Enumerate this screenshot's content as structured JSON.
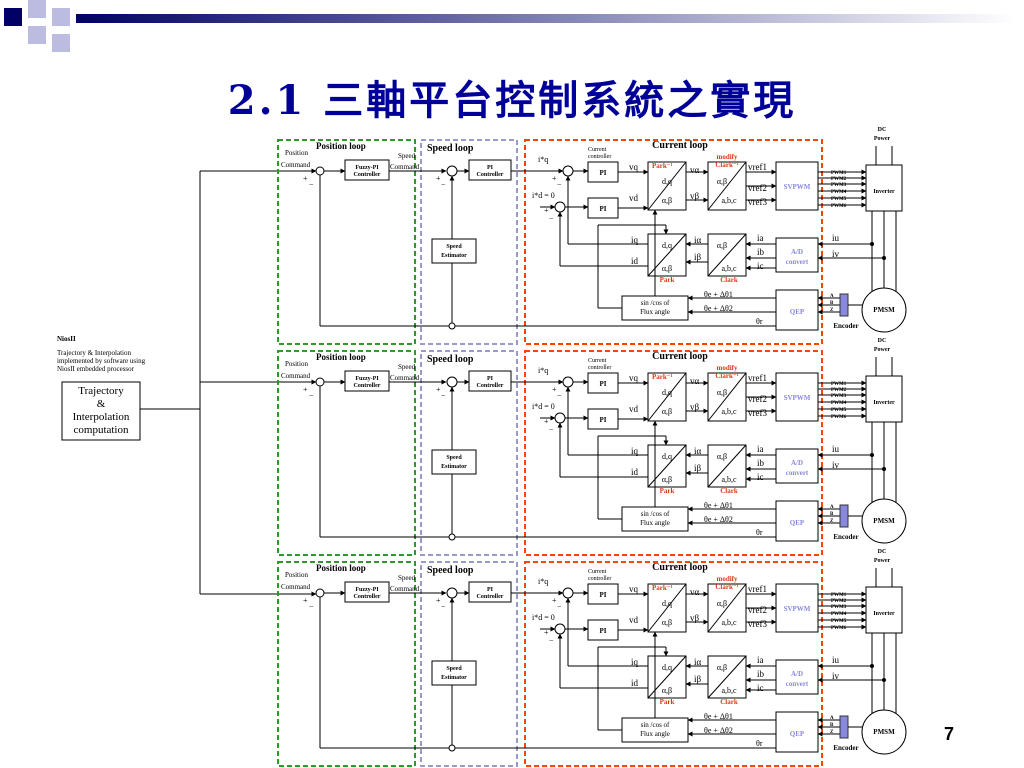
{
  "title": "2.1 三軸平台控制系統之實現",
  "page_number": "7",
  "niosii": {
    "heading": "NiosII",
    "lines": [
      "Trajectory & Interpolation",
      "implemented by software using",
      "NiosII embedded processor"
    ]
  },
  "trajectory_block": [
    "Trajectory",
    "&",
    "Interpolation",
    "computation"
  ],
  "axis": {
    "position_loop": "Position loop",
    "speed_loop": "Speed loop",
    "current_loop": "Current loop",
    "position": "Position",
    "command": "Command",
    "speed": "Speed",
    "speed_command": "Command",
    "fuzzy_pi": [
      "Fuzzy-PI",
      "Controller"
    ],
    "pi_controller": [
      "PI",
      "Controller"
    ],
    "speed_estimator": [
      "Speed",
      "Estimator"
    ],
    "current_controller": [
      "Current",
      "controller"
    ],
    "pi": "PI",
    "park_inv": "Park⁻¹",
    "modify_clark": [
      "modify",
      "Clark⁻¹"
    ],
    "park": "Park",
    "clark": "Clark",
    "svpwm": "SVPWM",
    "ad_convert": [
      "A/D",
      "convert"
    ],
    "qep": "QEP",
    "inverter": "Inverter",
    "pmsm": "PMSM",
    "encoder": "Encoder",
    "dc_power": [
      "DC",
      "Power"
    ],
    "pwm": [
      "PWM1",
      "PWM2",
      "PWM3",
      "PWM4",
      "PWM5",
      "PWM6"
    ],
    "abz": [
      "A",
      "B",
      "Z"
    ],
    "sincos": [
      "sin /cos of",
      "Flux angle"
    ],
    "dq": "d,q",
    "alphabeta": "α,β",
    "abc": "a,b,c",
    "iq_star": "i*q",
    "id_star": "i*d = 0",
    "vq": "vq",
    "vd": "vd",
    "valpha": "vα",
    "vbeta": "vβ",
    "vref1": "vref1",
    "vref2": "vref2",
    "vref3": "vref3",
    "iq": "iq",
    "id": "id",
    "ialpha": "iα",
    "ibeta": "iβ",
    "ia": "ia",
    "ib": "ib",
    "ic": "ic",
    "iu": "iu",
    "iv": "iv",
    "theta1": "θe + Δθ1",
    "theta2": "θe + Δθ2",
    "theta_r": "θr",
    "plus": "+",
    "minus": "−"
  },
  "colors": {
    "title": "#000099",
    "position_loop_border": "#2a9a2a",
    "speed_loop_border": "#9999cc",
    "current_loop_border": "#ff4400",
    "red_label": "#d93a1a",
    "lavender_label": "#8888dd"
  }
}
